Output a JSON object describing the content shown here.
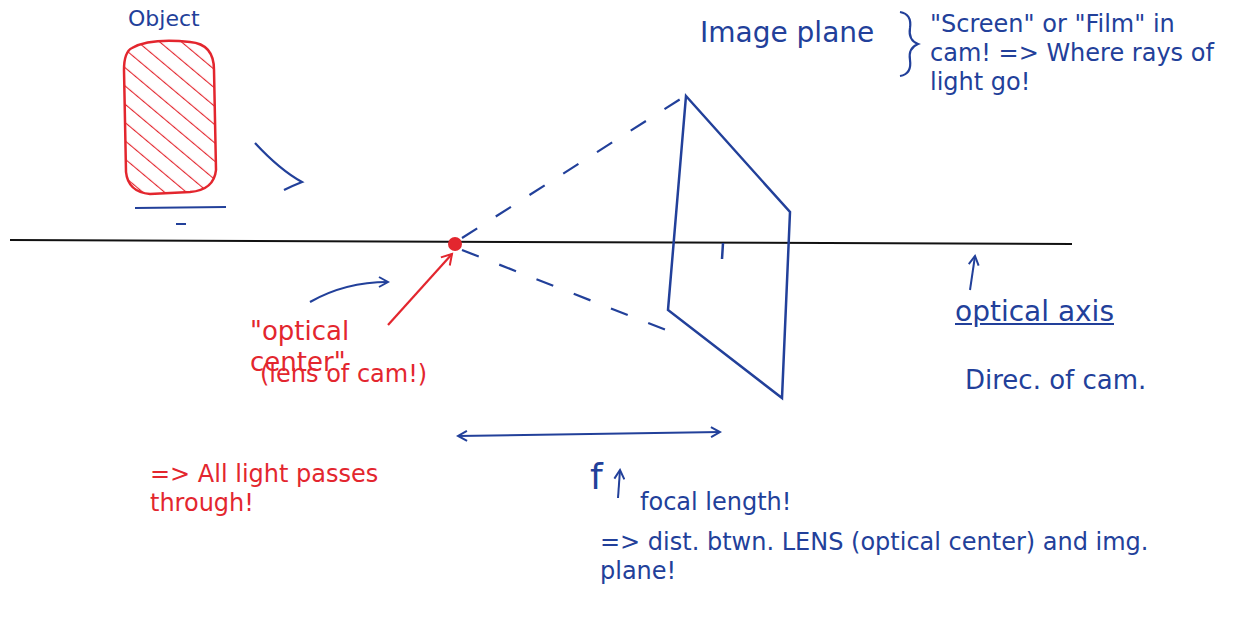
{
  "diagram": {
    "labels": [
      "Object",
      "Image plane",
      "\"Screen\" or \"Film\" in cam! => Where rays of light go!",
      "\"optical center\"",
      "(lens of cam!)",
      "=> All light passes through!",
      "optical axis",
      "Direc. of cam.",
      "f",
      "focal length!",
      "=> dist. btwn. LENS (optical center) and img. plane!"
    ]
  }
}
